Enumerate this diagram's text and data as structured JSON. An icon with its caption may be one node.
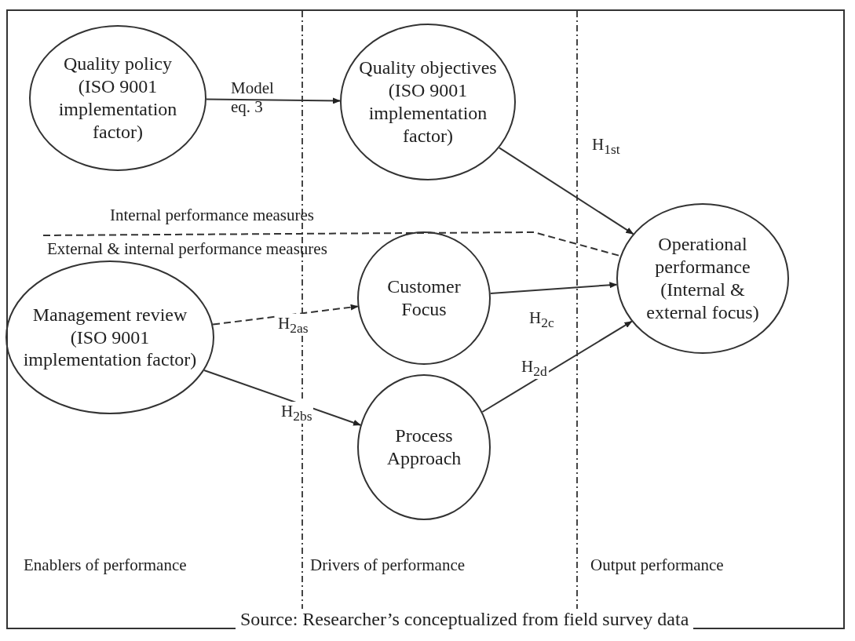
{
  "diagram": {
    "caption": "Source: Researcher’s conceptualized from field survey data",
    "nodes": [
      {
        "text": [
          "Quality policy (ISO 9001 implementation factor)"
        ]
      },
      {
        "text": [
          "Quality objectives (ISO 9001 implementation factor)"
        ]
      },
      {
        "text": [
          "Operational performance (Internal & external focus)"
        ]
      },
      {
        "text": [
          "Customer Focus"
        ]
      },
      {
        "text": [
          "Management review (ISO 9001 implementation factor)"
        ]
      },
      {
        "text": [
          "Process Approach"
        ]
      }
    ],
    "edges": [
      {
        "from": 0,
        "to": 1,
        "arrow": "to",
        "label": "Model eq. 3"
      },
      {
        "from": 1,
        "to": 2,
        "arrow": "to",
        "label": "H$_{1st}$"
      },
      {
        "from": 4,
        "to": 3,
        "arrow": "to",
        "label": "H$_{2as}$",
        "style": "dashed"
      },
      {
        "from": 4,
        "to": 5,
        "arrow": "to",
        "label": "H$_{2bs}$"
      },
      {
        "from": 3,
        "to": 2,
        "arrow": "to",
        "label": "H$_{2c}$"
      },
      {
        "from": 5,
        "to": 2,
        "arrow": "to",
        "label": "H$_{2d}$"
      },
      {
        "from": null,
        "to": 2,
        "arrow": "none",
        "style": "dashed"
      }
    ],
    "labels": [
      "Internal performance measures",
      "External & internal performance measures",
      "Enablers of performance",
      "Drivers of performance",
      "Output performance"
    ]
  }
}
